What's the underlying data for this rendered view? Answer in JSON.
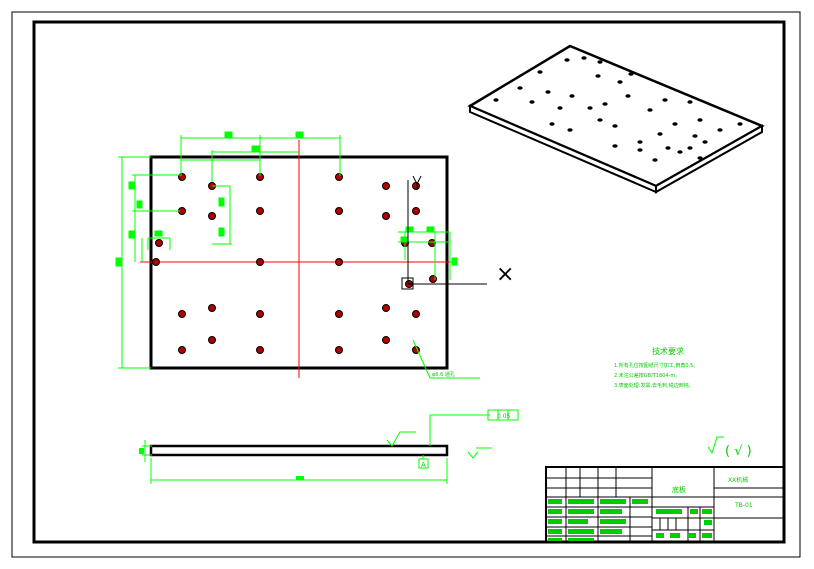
{
  "drawing": {
    "surface_symbol": "( √ )",
    "tech_notes_title": "技术要求",
    "tech_notes": [
      "1.所有孔位按图纸尺寸加工,倒角0.5。",
      "2.未注公差按GB/T1804-m。",
      "3.表面处理:发黑,去毛刺,锐边倒钝。"
    ],
    "leader_note": "φ6.6 通孔",
    "tolerance_box": "0.05",
    "datum_label": "A",
    "cross_marker": "×"
  },
  "title_block": {
    "part_name": "底板",
    "company": "XX机械",
    "drawing_no": "TB-01"
  },
  "colors": {
    "outline": "#000000",
    "dimension": "#00ff00",
    "centerline": "#ff0000",
    "hole": "#cc0000"
  }
}
